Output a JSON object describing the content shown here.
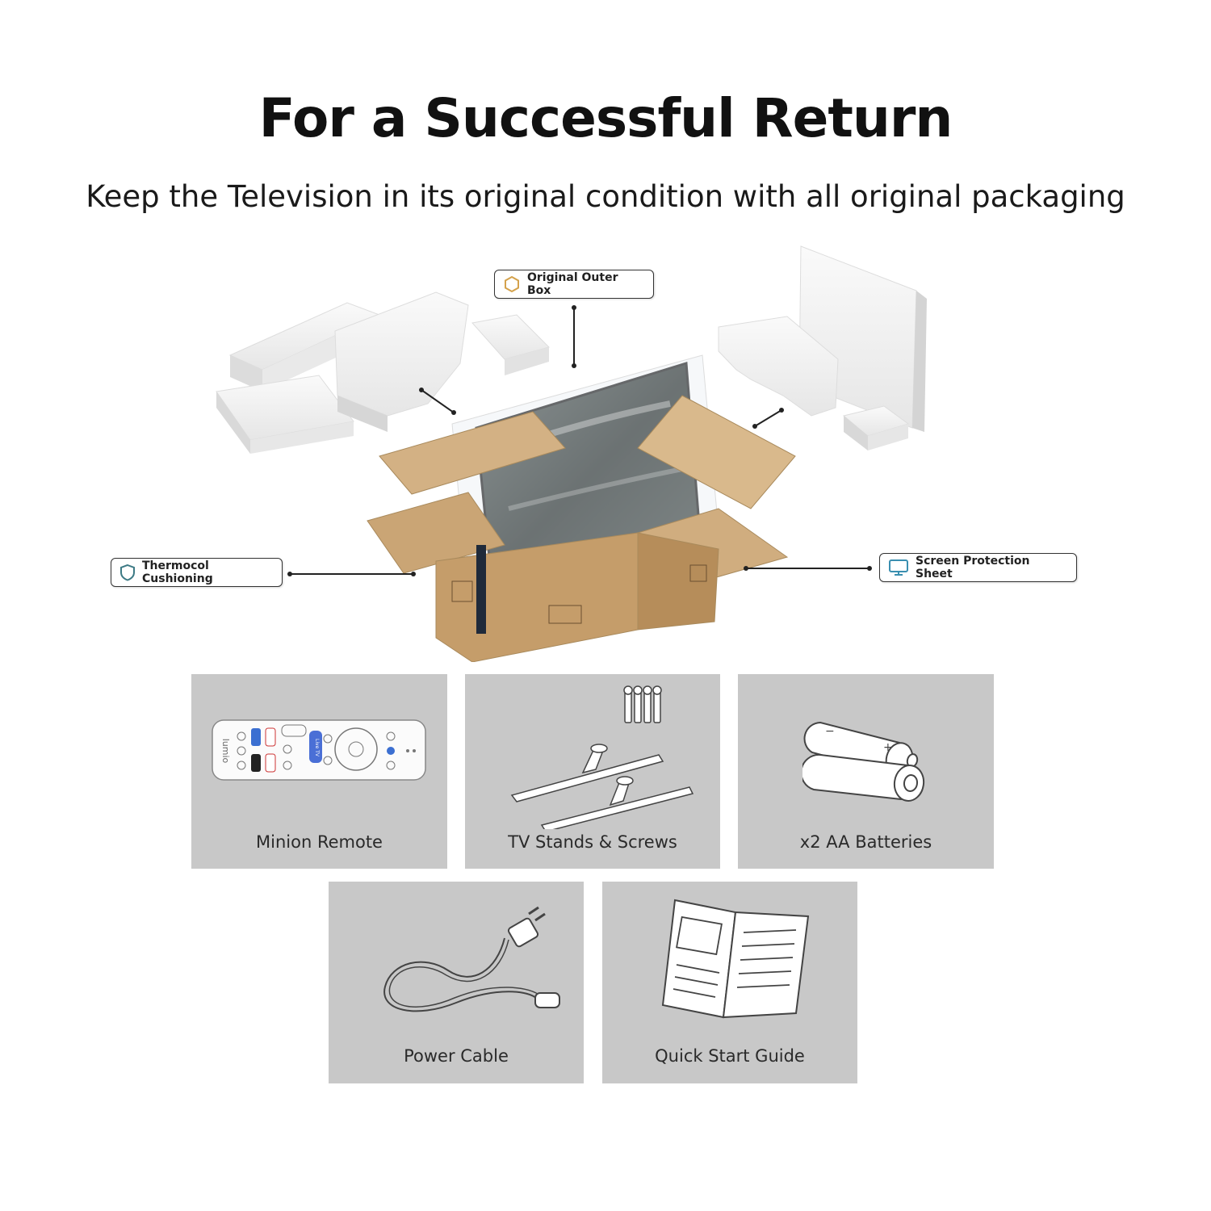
{
  "header": {
    "title": "For a Successful Return",
    "subtitle": "Keep the Television in its original condition with all original packaging"
  },
  "callouts": {
    "outer_box": "Original Outer Box",
    "cushioning": "Thermocol Cushioning",
    "screen_sheet": "Screen Protection Sheet"
  },
  "remote_labels": {
    "brand": "lumio",
    "live_tv": "Live TV"
  },
  "items": [
    {
      "label": "Minion Remote",
      "icon": "remote-icon"
    },
    {
      "label": "TV Stands & Screws",
      "icon": "tv-stand-icon"
    },
    {
      "label": "x2 AA Batteries",
      "icon": "battery-icon"
    },
    {
      "label": "Power Cable",
      "icon": "power-cable-icon"
    },
    {
      "label": "Quick Start Guide",
      "icon": "booklet-icon"
    }
  ],
  "colors": {
    "tile_bg": "#c8c8c8",
    "cardboard": "#c9a779",
    "foam": "#f1f1f1",
    "callout_box_icon": "#d4a24c",
    "callout_shield_icon": "#3d7a85",
    "callout_monitor_icon": "#3a8fb0"
  }
}
